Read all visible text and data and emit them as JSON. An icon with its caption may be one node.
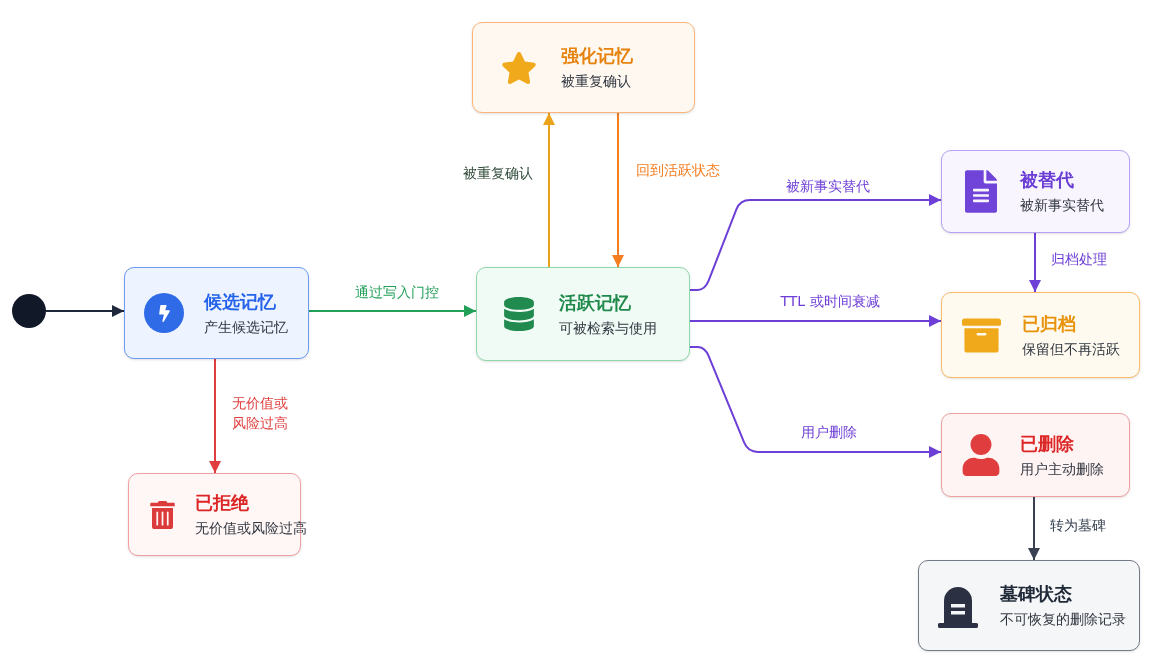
{
  "diagram": {
    "nodes": [
      {
        "text": [],
        "shape": "circle"
      },
      {
        "text": [
          "候选记忆",
          "产生候选记忆"
        ]
      },
      {
        "text": [
          "已拒绝",
          "无价值或风险过高"
        ]
      },
      {
        "text": [
          "强化记忆",
          "被重复确认"
        ]
      },
      {
        "text": [
          "活跃记忆",
          "可被检索与使用"
        ]
      },
      {
        "text": [
          "被替代",
          "被新事实替代"
        ]
      },
      {
        "text": [
          "已归档",
          "保留但不再活跃"
        ]
      },
      {
        "text": [
          "已删除",
          "用户主动删除"
        ]
      },
      {
        "text": [
          "墓碑状态",
          "不可恢复的删除记录"
        ]
      }
    ],
    "edges": [
      {
        "from": 0,
        "to": 1,
        "arrow": "to",
        "color": "#1e293b"
      },
      {
        "from": 1,
        "to": 4,
        "arrow": "to",
        "label": "通过写入门控",
        "color": "#22a05a"
      },
      {
        "from": 1,
        "to": 2,
        "arrow": "to",
        "label": "无价值或风险过高",
        "color": "#e03e3e"
      },
      {
        "from": 4,
        "to": 3,
        "arrow": "to",
        "label": "被重复确认",
        "color": "#e9a21a"
      },
      {
        "from": 3,
        "to": 4,
        "arrow": "to",
        "label": "回到活跃状态",
        "color": "#f57c1f"
      },
      {
        "from": 4,
        "to": 5,
        "arrow": "to",
        "label": "被新事实替代"
      },
      {
        "from": 4,
        "to": 6,
        "arrow": "to",
        "label": "TTL 或时间衰减"
      },
      {
        "from": 4,
        "to": 7,
        "arrow": "to",
        "label": "用户删除"
      },
      {
        "from": 5,
        "to": 6,
        "arrow": "to",
        "label": "归档处理"
      },
      {
        "from": 7,
        "to": 8,
        "arrow": "to",
        "label": "转为墓碑",
        "color": "#374151"
      }
    ]
  }
}
